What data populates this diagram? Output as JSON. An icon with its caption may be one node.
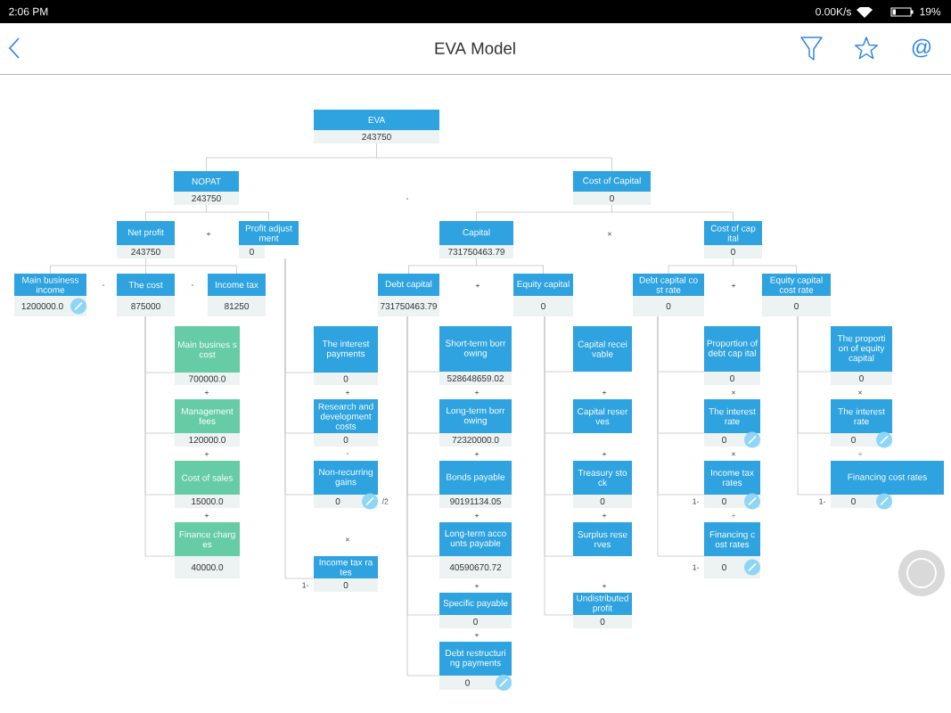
{
  "diagram": {
    "title": "EVA Model",
    "nodes": [
      {
        "text": [
          "EVA",
          "243750"
        ]
      },
      {
        "text": [
          "NOPAT",
          "243750"
        ]
      },
      {
        "text": [
          "Cost of Capital",
          "0"
        ]
      },
      {
        "text": [
          "Net profit",
          "243750"
        ]
      },
      {
        "text": [
          "Profit adjust ment",
          "0"
        ]
      },
      {
        "text": [
          "Main business income",
          "1200000.0"
        ]
      },
      {
        "text": [
          "The cost",
          "875000"
        ]
      },
      {
        "text": [
          "Income tax",
          "81250"
        ]
      },
      {
        "text": [
          "Main busines s cost",
          "700000.0"
        ]
      },
      {
        "text": [
          "Management fees",
          "120000.0"
        ]
      },
      {
        "text": [
          "Cost of sales",
          "15000.0"
        ]
      },
      {
        "text": [
          "Finance charg es",
          "40000.0"
        ]
      },
      {
        "text": [
          "The interest payments",
          "0"
        ]
      },
      {
        "text": [
          "Research and development costs",
          "0"
        ]
      },
      {
        "text": [
          "Non-recurring gains",
          "0"
        ],
        "beside": [
          "/2"
        ]
      },
      {
        "text": [
          "Income tax ra tes",
          "0"
        ],
        "beside": [
          "1-"
        ]
      },
      {
        "text": [
          "Capital",
          "731750463.79"
        ]
      },
      {
        "text": [
          "Cost of cap ital",
          "0"
        ]
      },
      {
        "text": [
          "Debt capital",
          "731750463.79"
        ]
      },
      {
        "text": [
          "Equity capital",
          "0"
        ]
      },
      {
        "text": [
          "Debt capital co st rate",
          "0"
        ]
      },
      {
        "text": [
          "Equity capital cost rate",
          "0"
        ]
      },
      {
        "text": [
          "Short-term borr owing",
          "528648659.02"
        ]
      },
      {
        "text": [
          "Long-term borr owing",
          "72320000.0"
        ]
      },
      {
        "text": [
          "Bonds payable",
          "90191134.05"
        ]
      },
      {
        "text": [
          "Long-term acco unts payable",
          "40590670.72"
        ]
      },
      {
        "text": [
          "Specific payable",
          "0"
        ]
      },
      {
        "text": [
          "Debt restructuri ng payments",
          "0"
        ]
      },
      {
        "text": [
          "Capital recei vable"
        ]
      },
      {
        "text": [
          "Capital reser ves"
        ]
      },
      {
        "text": [
          "Treasury sto ck",
          "0"
        ]
      },
      {
        "text": [
          "Surplus rese rves"
        ]
      },
      {
        "text": [
          "Undistributed profit",
          "0"
        ]
      },
      {
        "text": [
          "Proportion of debt cap ital",
          "0"
        ]
      },
      {
        "text": [
          "The interest rate",
          "0"
        ]
      },
      {
        "text": [
          "Income tax rates",
          "0"
        ],
        "beside": [
          "1-"
        ]
      },
      {
        "text": [
          "Financing c ost rates",
          "0"
        ],
        "beside": [
          "1-"
        ]
      },
      {
        "text": [
          "The proporti on of equity capital",
          "0"
        ]
      },
      {
        "text": [
          "The interest rate",
          "0"
        ]
      },
      {
        "text": [
          "Financing cost rates",
          "0"
        ],
        "beside": [
          "1-"
        ]
      }
    ],
    "edges": [
      {
        "from": 0,
        "to": 1,
        "arrow": "none"
      },
      {
        "from": 0,
        "to": 2,
        "arrow": "none"
      },
      {
        "from": 1,
        "to": 3,
        "arrow": "none"
      },
      {
        "from": 1,
        "to": 4,
        "arrow": "none"
      },
      {
        "from": 3,
        "to": 5,
        "arrow": "none"
      },
      {
        "from": 3,
        "to": 6,
        "arrow": "none"
      },
      {
        "from": 3,
        "to": 7,
        "arrow": "none"
      },
      {
        "from": 6,
        "to": 8,
        "arrow": "none"
      },
      {
        "from": 6,
        "to": 9,
        "arrow": "none"
      },
      {
        "from": 6,
        "to": 10,
        "arrow": "none"
      },
      {
        "from": 6,
        "to": 11,
        "arrow": "none"
      },
      {
        "from": 4,
        "to": 12,
        "arrow": "none"
      },
      {
        "from": 4,
        "to": 13,
        "arrow": "none"
      },
      {
        "from": 4,
        "to": 14,
        "arrow": "none"
      },
      {
        "from": 4,
        "to": 15,
        "arrow": "none"
      },
      {
        "from": 2,
        "to": 16,
        "arrow": "none"
      },
      {
        "from": 2,
        "to": 17,
        "arrow": "none"
      },
      {
        "from": 16,
        "to": 18,
        "arrow": "none"
      },
      {
        "from": 16,
        "to": 19,
        "arrow": "none"
      },
      {
        "from": 17,
        "to": 20,
        "arrow": "none"
      },
      {
        "from": 17,
        "to": 21,
        "arrow": "none"
      },
      {
        "from": 18,
        "to": 22,
        "arrow": "none"
      },
      {
        "from": 18,
        "to": 23,
        "arrow": "none"
      },
      {
        "from": 18,
        "to": 24,
        "arrow": "none"
      },
      {
        "from": 18,
        "to": 25,
        "arrow": "none"
      },
      {
        "from": 18,
        "to": 26,
        "arrow": "none"
      },
      {
        "from": 18,
        "to": 27,
        "arrow": "none"
      },
      {
        "from": 19,
        "to": 28,
        "arrow": "none"
      },
      {
        "from": 19,
        "to": 29,
        "arrow": "none"
      },
      {
        "from": 19,
        "to": 30,
        "arrow": "none"
      },
      {
        "from": 19,
        "to": 31,
        "arrow": "none"
      },
      {
        "from": 19,
        "to": 32,
        "arrow": "none"
      },
      {
        "from": 20,
        "to": 33,
        "arrow": "none"
      },
      {
        "from": 20,
        "to": 34,
        "arrow": "none"
      },
      {
        "from": 20,
        "to": 35,
        "arrow": "none"
      },
      {
        "from": 20,
        "to": 36,
        "arrow": "none"
      },
      {
        "from": 21,
        "to": 37,
        "arrow": "none"
      },
      {
        "from": 21,
        "to": 38,
        "arrow": "none"
      },
      {
        "from": 21,
        "to": 39,
        "arrow": "none"
      }
    ],
    "labels": [
      "2:06 PM",
      "0.00K/s",
      "19%",
      "@",
      "-",
      "+",
      "×",
      "-",
      "-",
      "+",
      "+",
      "+",
      "+",
      "+",
      "+",
      "×",
      "×",
      "+",
      "-",
      "+",
      "+",
      "×",
      "÷",
      "+",
      "+",
      "+",
      "÷",
      "×",
      "+",
      "+",
      "+"
    ]
  }
}
